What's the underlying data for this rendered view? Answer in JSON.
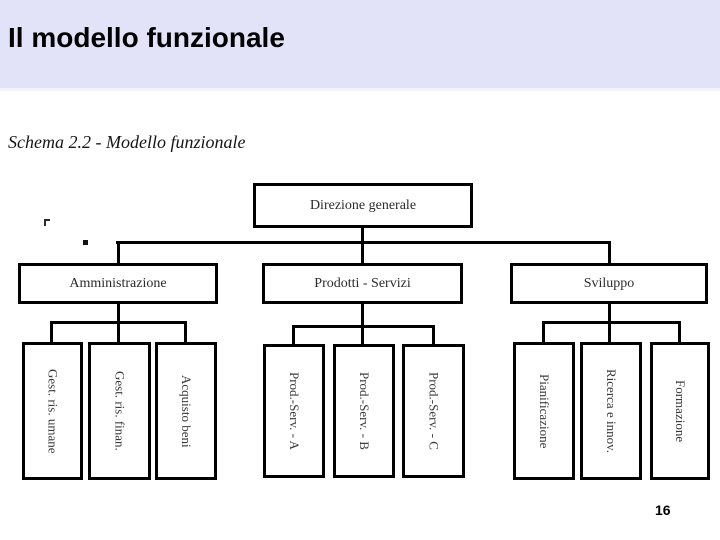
{
  "header": {
    "title": "Il modello funzionale"
  },
  "figure": {
    "caption": "Schema 2.2 - Modello funzionale"
  },
  "footer": {
    "page_number": "16"
  },
  "colors": {
    "header_background": "#e2e2f8",
    "slide_background": "#ffffff",
    "line_color": "#000000",
    "text_color": "#2b2b2b"
  },
  "org_chart": {
    "type": "organizational-chart",
    "root": {
      "label": "Direzione generale"
    },
    "branches": [
      {
        "label": "Amministrazione",
        "children": [
          {
            "label": "Gest. ris. umane"
          },
          {
            "label": "Gest. ris. finan."
          },
          {
            "label": "Acquisto beni"
          }
        ]
      },
      {
        "label": "Prodotti - Servizi",
        "children": [
          {
            "label": "Prod.-Serv. - A"
          },
          {
            "label": "Prod.-Serv. - B"
          },
          {
            "label": "Prod.-Serv. - C"
          }
        ]
      },
      {
        "label": "Sviluppo",
        "children": [
          {
            "label": "Pianificazione"
          },
          {
            "label": "Ricerca e innov."
          },
          {
            "label": "Formazione"
          }
        ]
      }
    ]
  }
}
